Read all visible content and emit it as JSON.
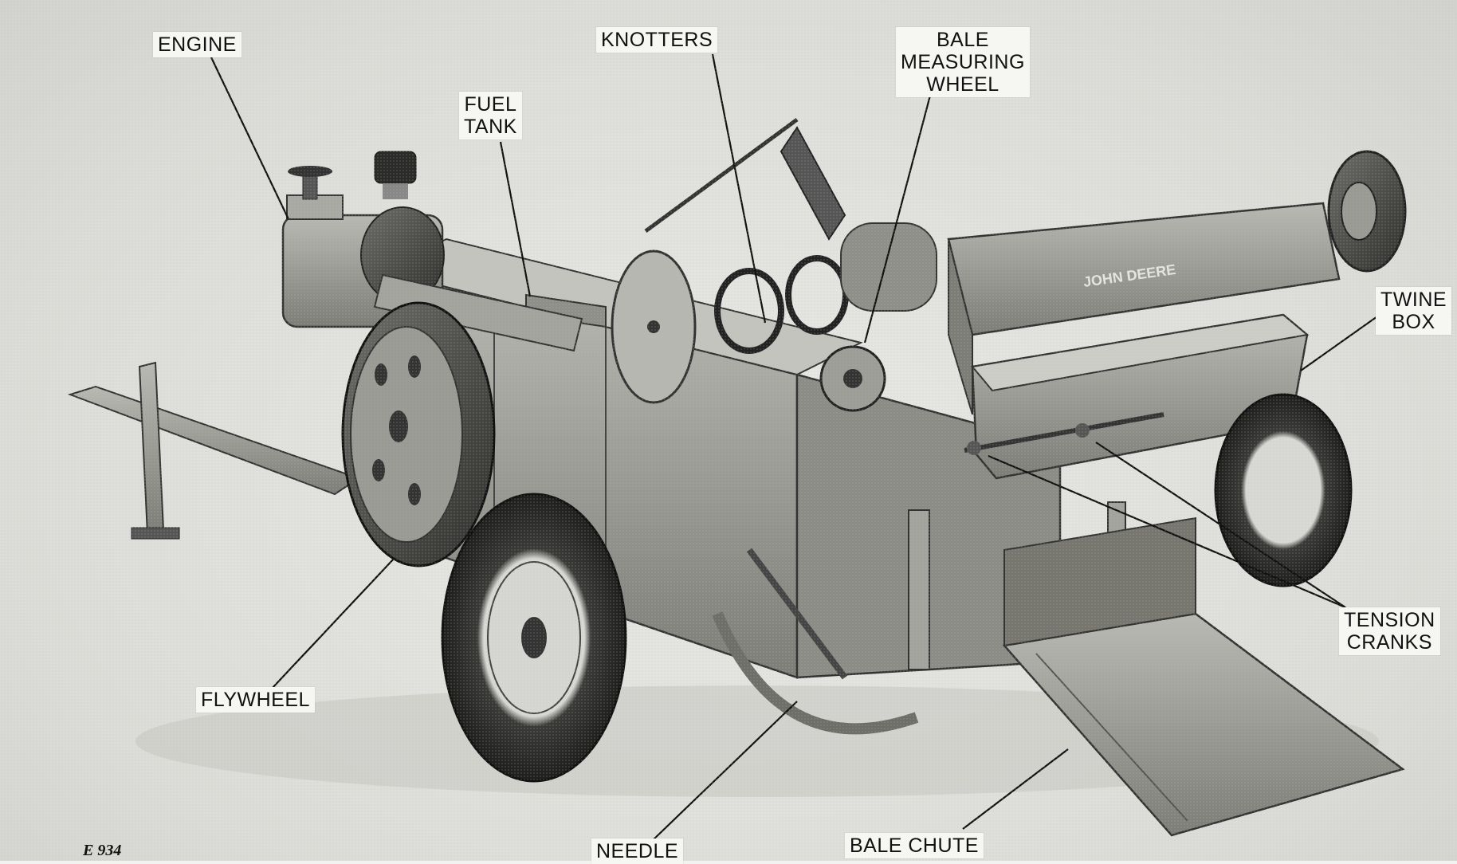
{
  "labels": {
    "engine": "ENGINE",
    "knotters": "KNOTTERS",
    "bale_measuring_wheel": "BALE\nMEASURING\nWHEEL",
    "fuel_tank": "FUEL\nTANK",
    "twine_box": "TWINE\nBOX",
    "flywheel": "FLYWHEEL",
    "tension_cranks": "TENSION\nCRANKS",
    "needle": "NEEDLE",
    "bale_chute": "BALE CHUTE"
  },
  "decal": "JOHN DEERE",
  "figure_id": "E 934",
  "colors": {
    "ink": "#111111",
    "metal": "#9a9a94",
    "dark": "#3a3a38",
    "paper": "#f6f6f3"
  }
}
